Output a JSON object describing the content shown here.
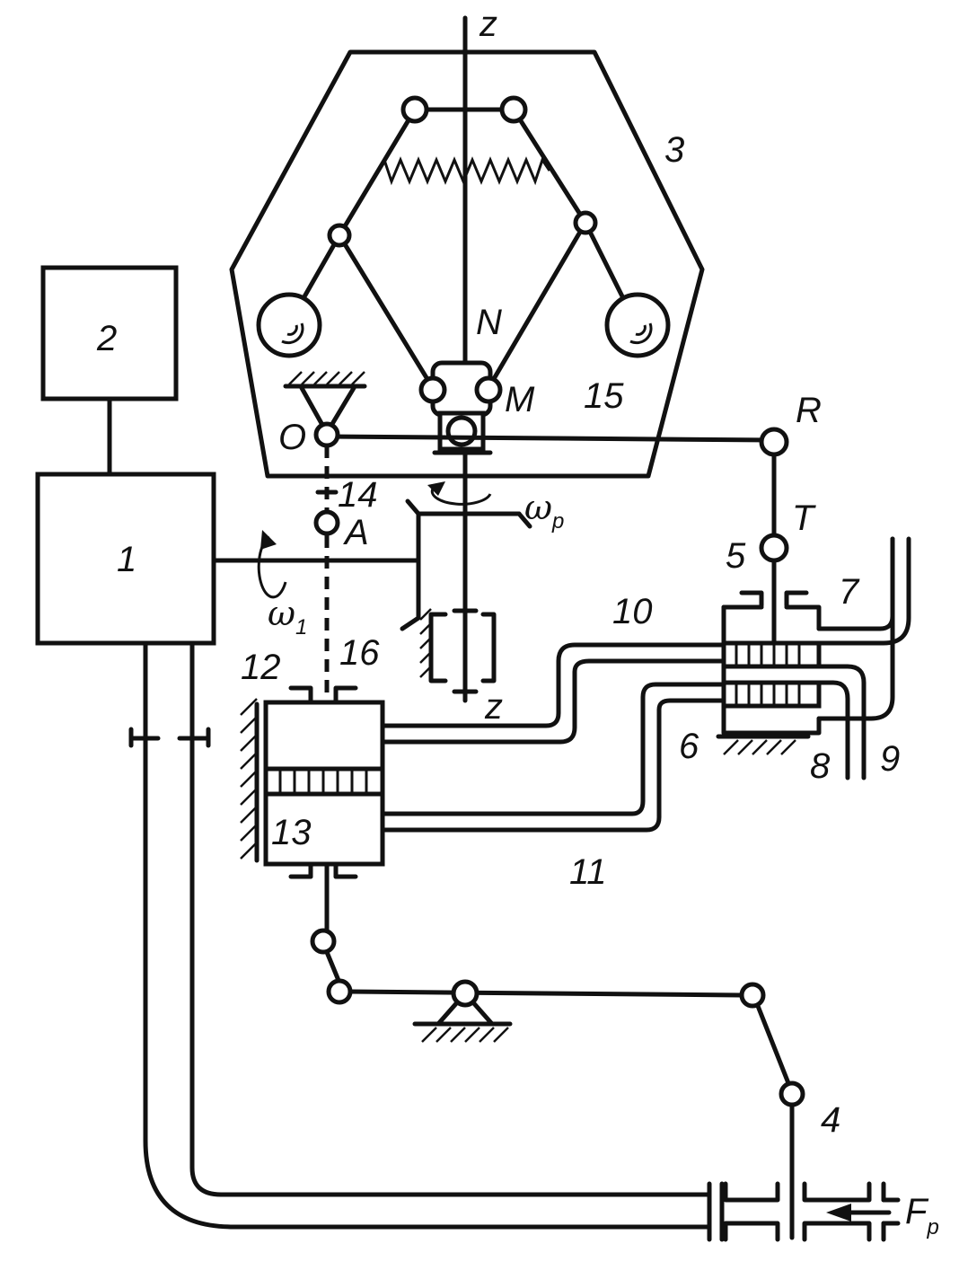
{
  "labels": {
    "n1": "1",
    "n2": "2",
    "n3": "3",
    "n4": "4",
    "n5": "5",
    "n6": "6",
    "n7": "7",
    "n8": "8",
    "n9": "9",
    "n10": "10",
    "n11": "11",
    "n12": "12",
    "n13": "13",
    "n14": "14",
    "n15": "15",
    "n16": "16",
    "z_top": "z",
    "z_bottom": "z",
    "N": "N",
    "M": "M",
    "O": "O",
    "R": "R",
    "T": "T",
    "A": "A",
    "omega": "ω",
    "omega_p_sub": "p",
    "omega_1_sub": "1",
    "F": "F",
    "F_sub": "p"
  }
}
